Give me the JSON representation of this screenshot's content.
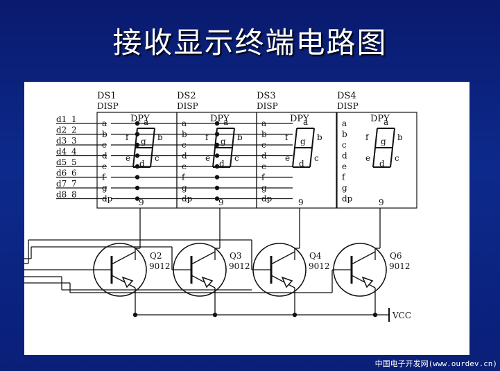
{
  "slide": {
    "title": "接收显示终端电路图",
    "watermark": "中国电子开发网(www.ourdev.cn)"
  },
  "colors": {
    "background": "#0c2a8c",
    "panel": "#ffffff",
    "ink": "#111111",
    "title": "#ffffff"
  },
  "diagram": {
    "displays": [
      {
        "name": "DS1",
        "sub": "DISP",
        "type": "DPY",
        "pin": "9"
      },
      {
        "name": "DS2",
        "sub": "DISP",
        "type": "DPY",
        "pin": "9"
      },
      {
        "name": "DS3",
        "sub": "DISP",
        "type": "DPY",
        "pin": "9"
      },
      {
        "name": "DS4",
        "sub": "DISP",
        "type": "DPY",
        "pin": "9"
      }
    ],
    "segment_pins": [
      "a",
      "b",
      "c",
      "d",
      "e",
      "f",
      "g",
      "dp"
    ],
    "data_lines": [
      {
        "name": "d1",
        "num": "1"
      },
      {
        "name": "d2",
        "num": "2"
      },
      {
        "name": "d3",
        "num": "3"
      },
      {
        "name": "d4",
        "num": "4"
      },
      {
        "name": "d5",
        "num": "5"
      },
      {
        "name": "d6",
        "num": "6"
      },
      {
        "name": "d7",
        "num": "7"
      },
      {
        "name": "d8",
        "num": "8"
      }
    ],
    "segment_labels": [
      "a",
      "b",
      "c",
      "d",
      "e",
      "f",
      "g"
    ],
    "transistors": [
      {
        "name": "Q2",
        "part": "9012"
      },
      {
        "name": "Q3",
        "part": "9012"
      },
      {
        "name": "Q4",
        "part": "9012"
      },
      {
        "name": "Q6",
        "part": "9012"
      }
    ],
    "supply": "VCC"
  }
}
